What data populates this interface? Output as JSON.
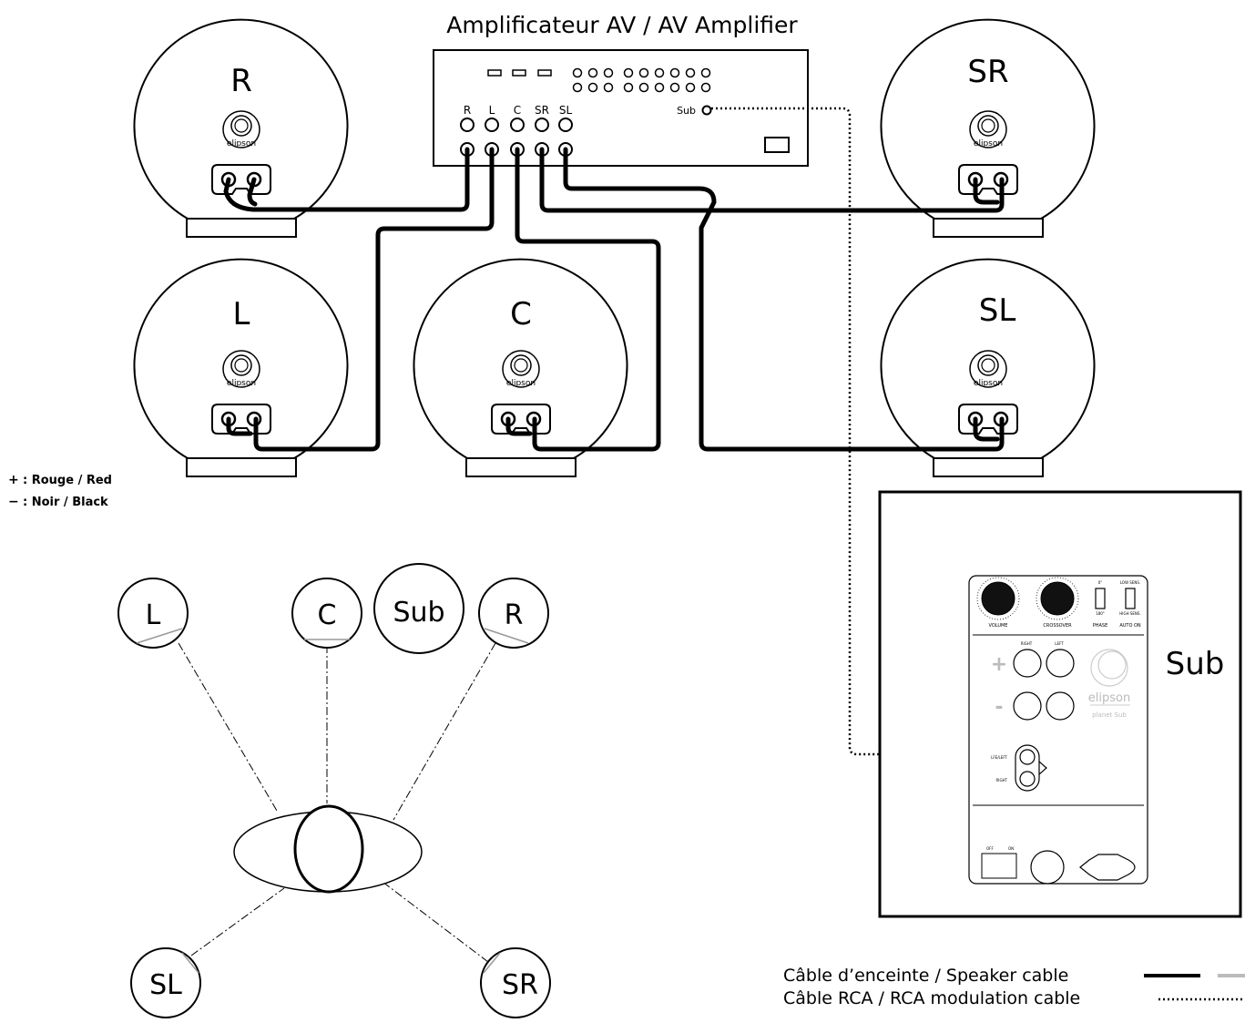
{
  "diagram": {
    "title": "Amplificateur AV / AV Amplifier",
    "amp_terminals": [
      "R",
      "L",
      "C",
      "SR",
      "SL"
    ],
    "amp_sub_label": "Sub",
    "speaker_labels": {
      "r": "R",
      "l": "L",
      "c": "C",
      "sr": "SR",
      "sl": "SL"
    },
    "brand": "elipson",
    "sub_label": "Sub",
    "sub_panel": {
      "volume": "VOLUME",
      "crossover": "CROSSOVER",
      "phase": "PHASE",
      "auto_on": "AUTO ON",
      "phase_0": "0°",
      "phase_180": "180°",
      "low_sens": "LOW SENS.",
      "high_sens": "HIGH SENS.",
      "right": "RIGHT",
      "left": "LEFT",
      "plus": "+",
      "minus": "-",
      "brand": "elipson",
      "model": "planet Sub",
      "lfe_left": "LFE/LEFT",
      "lfe_right": "RIGHT",
      "off": "OFF",
      "on": "ON"
    },
    "polarity": {
      "plus_symbol": "+",
      "plus_text": ": Rouge / Red",
      "minus_symbol": "−",
      "minus_text": ": Noir / Black"
    },
    "layout_labels": {
      "l": "L",
      "c": "C",
      "sub": "Sub",
      "r": "R",
      "sl": "SL",
      "sr": "SR"
    },
    "legend": {
      "speaker_cable": "Câble d’enceinte / Speaker cable",
      "rca_cable": "Câble RCA / RCA modulation cable"
    }
  }
}
